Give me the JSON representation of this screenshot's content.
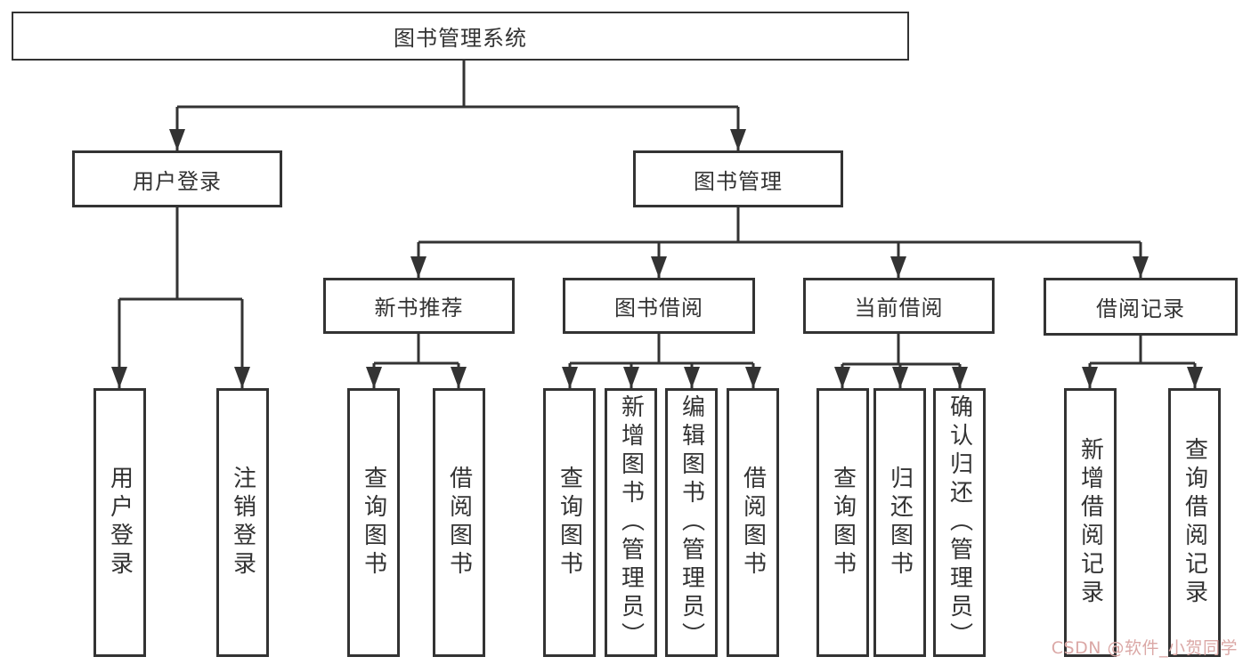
{
  "colors": {
    "line": "#333333",
    "text": "#333333",
    "background": "#ffffff",
    "watermark": "#dba8a6"
  },
  "tree": {
    "label": "图书管理系统",
    "children": [
      {
        "label": "用户登录",
        "children": [
          {
            "label": "用户登录"
          },
          {
            "label": "注销登录"
          }
        ]
      },
      {
        "label": "图书管理",
        "children": [
          {
            "label": "新书推荐",
            "children": [
              {
                "label": "查询图书"
              },
              {
                "label": "借阅图书"
              }
            ]
          },
          {
            "label": "图书借阅",
            "children": [
              {
                "label": "查询图书"
              },
              {
                "label": "新增图书（管理员）"
              },
              {
                "label": "编辑图书（管理员）"
              },
              {
                "label": "借阅图书"
              }
            ]
          },
          {
            "label": "当前借阅",
            "children": [
              {
                "label": "查询图书"
              },
              {
                "label": "归还图书"
              },
              {
                "label": "确认归还（管理员）"
              }
            ]
          },
          {
            "label": "借阅记录",
            "children": [
              {
                "label": "新增借阅记录"
              },
              {
                "label": "查询借阅记录"
              }
            ]
          }
        ]
      }
    ]
  },
  "watermark": {
    "text": "CSDN @软件_小贺同学"
  }
}
